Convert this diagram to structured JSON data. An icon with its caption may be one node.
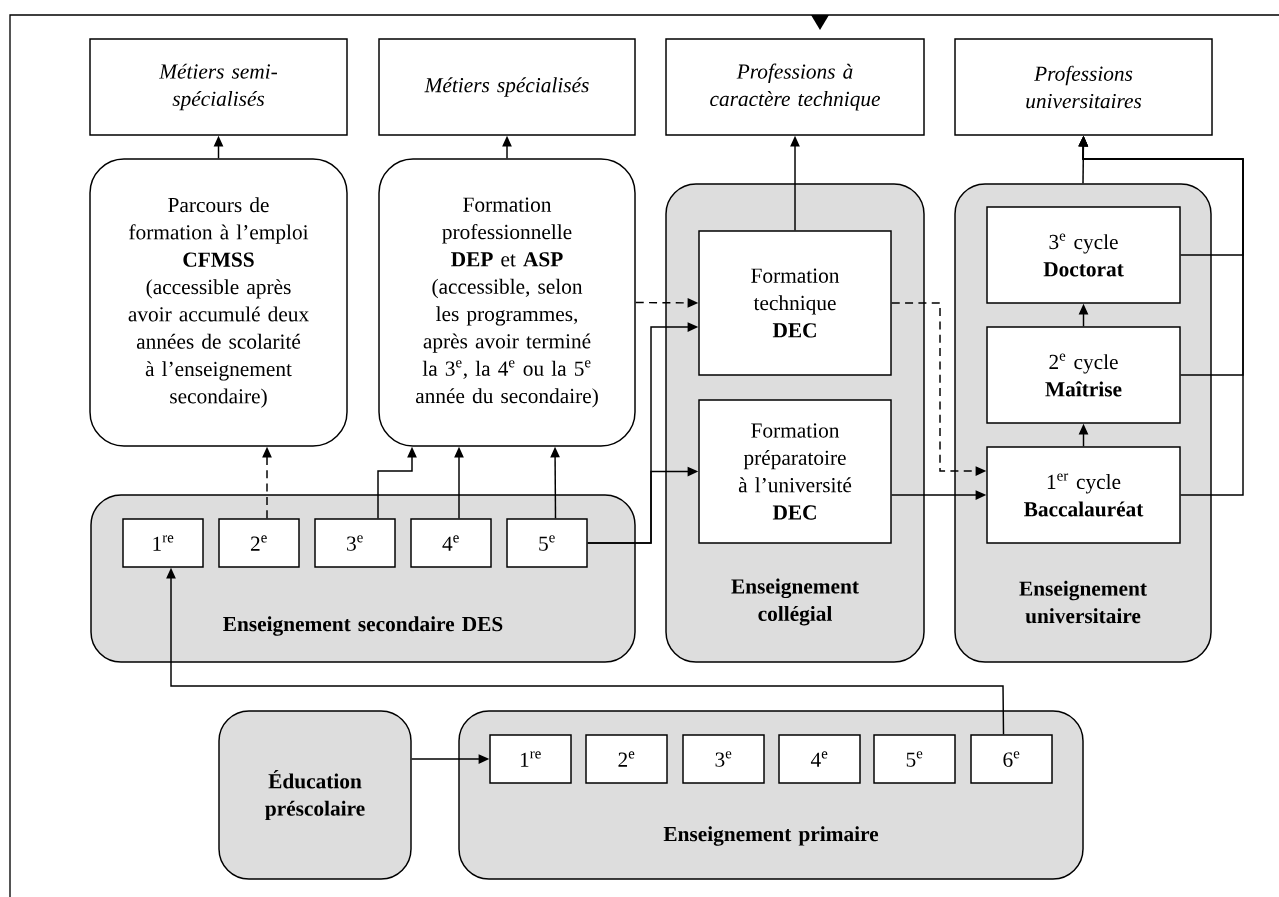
{
  "diagram": {
    "nodes": [
      {
        "text": [
          "Métiers semi-spécialisés"
        ]
      },
      {
        "text": [
          "Métiers spécialisés"
        ]
      },
      {
        "text": [
          "Professions à caractère technique"
        ]
      },
      {
        "text": [
          "Professions universitaires"
        ]
      },
      {
        "text": [
          "Parcours de formation à l’emploi",
          "CFMSS",
          "(accessible après avoir accumulé deux années de scolarité à l’enseignement secondaire)"
        ]
      },
      {
        "text": [
          "Formation professionnelle",
          "**DEP** et **ASP**",
          "(accessible, selon les programmes, après avoir terminé la 3$^{e}$, la 4$^{e}$ ou la 5$^{e}$ année du secondaire)"
        ]
      },
      {
        "text": [
          "Enseignement collégial"
        ]
      },
      {
        "text": [
          "Formation technique",
          "DEC"
        ],
        "in": 6
      },
      {
        "text": [
          "Formation préparatoire à l’université",
          "DEC"
        ],
        "in": 6
      },
      {
        "text": [
          "Enseignement universitaire"
        ]
      },
      {
        "text": [
          "3$^{e}$ cycle",
          "Doctorat"
        ],
        "in": 9
      },
      {
        "text": [
          "2$^{e}$ cycle",
          "Maîtrise"
        ],
        "in": 9
      },
      {
        "text": [
          "1$^{er}$ cycle",
          "Baccalauréat"
        ],
        "in": 9
      },
      {
        "text": [
          "Enseignement secondaire DES"
        ]
      },
      {
        "text": [
          "1$^{re}$"
        ],
        "in": 13
      },
      {
        "text": [
          "2$^{e}$"
        ],
        "in": 13
      },
      {
        "text": [
          "3$^{e}$"
        ],
        "in": 13
      },
      {
        "text": [
          "4$^{e}$"
        ],
        "in": 13
      },
      {
        "text": [
          "5$^{e}$"
        ],
        "in": 13
      },
      {
        "text": [
          "Éducation préscolaire"
        ]
      },
      {
        "text": [
          "Enseignement primaire"
        ]
      },
      {
        "text": [
          "1$^{re}$"
        ],
        "in": 20
      },
      {
        "text": [
          "2$^{e}$"
        ],
        "in": 20
      },
      {
        "text": [
          "3$^{e}$"
        ],
        "in": 20
      },
      {
        "text": [
          "4$^{e}$"
        ],
        "in": 20
      },
      {
        "text": [
          "5$^{e}$"
        ],
        "in": 20
      },
      {
        "text": [
          "6$^{e}$"
        ],
        "in": 20
      }
    ],
    "edges": [
      {
        "from": 4,
        "to": 0,
        "arrow": "to"
      },
      {
        "from": 5,
        "to": 1,
        "arrow": "to"
      },
      {
        "from": 7,
        "to": 2,
        "arrow": "to"
      },
      {
        "from": 9,
        "to": 3,
        "arrow": "to"
      },
      {
        "from": 10,
        "to": 3,
        "arrow": "to"
      },
      {
        "from": 11,
        "to": 3,
        "arrow": "to"
      },
      {
        "from": 12,
        "to": 3,
        "arrow": "to"
      },
      {
        "from": 15,
        "to": 4,
        "arrow": "to",
        "style": "dashed"
      },
      {
        "from": 16,
        "to": 5,
        "arrow": "to"
      },
      {
        "from": 17,
        "to": 5,
        "arrow": "to"
      },
      {
        "from": 18,
        "to": 5,
        "arrow": "to"
      },
      {
        "from": 18,
        "to": 7,
        "arrow": "to"
      },
      {
        "from": 18,
        "to": 8,
        "arrow": "to"
      },
      {
        "from": 5,
        "to": 7,
        "arrow": "to",
        "style": "dashed"
      },
      {
        "from": 7,
        "to": 12,
        "arrow": "to",
        "style": "dashed"
      },
      {
        "from": 8,
        "to": 12,
        "arrow": "to"
      },
      {
        "from": 12,
        "to": 11,
        "arrow": "to"
      },
      {
        "from": 11,
        "to": 10,
        "arrow": "to"
      },
      {
        "from": 19,
        "to": 21,
        "arrow": "to"
      },
      {
        "from": 26,
        "to": 14,
        "arrow": "to"
      }
    ]
  }
}
